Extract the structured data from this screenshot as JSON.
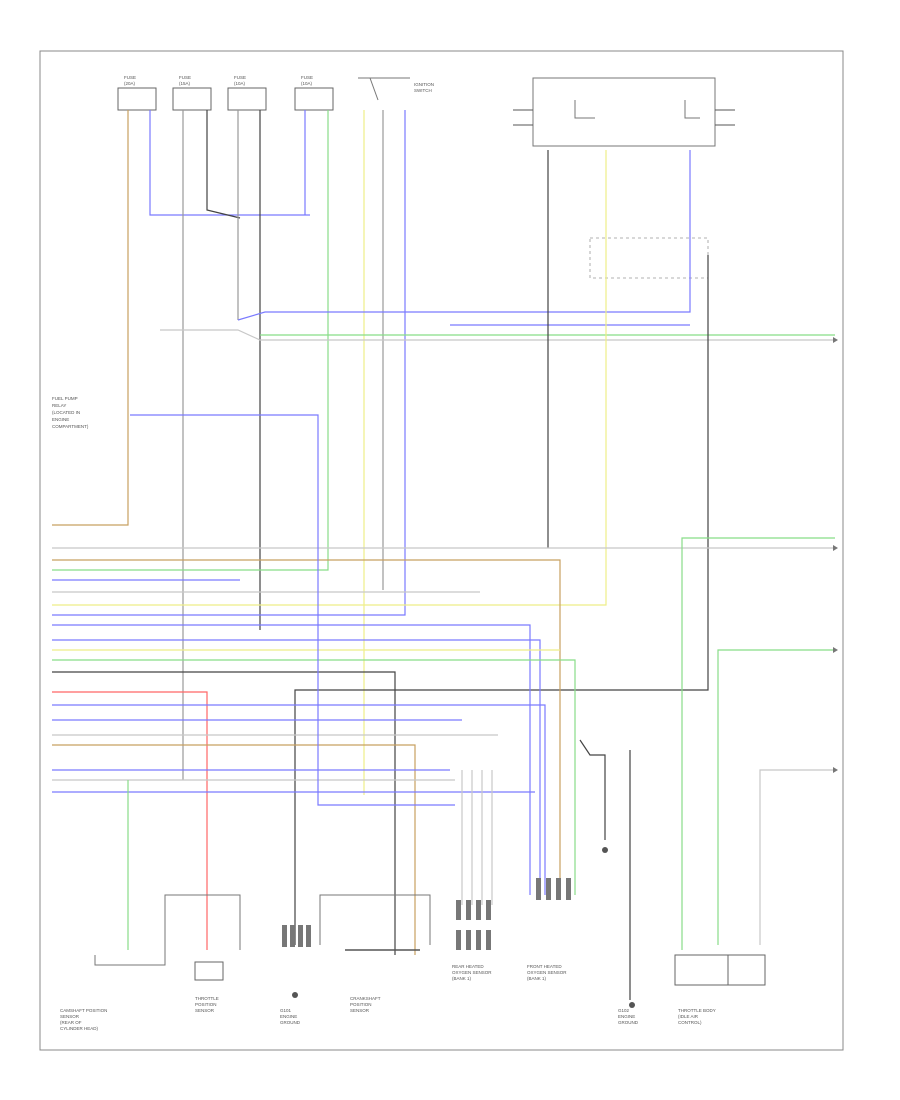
{
  "diagram": {
    "footer_code": "",
    "components": {
      "top_left": [
        {
          "key": "fuse_a",
          "label": [
            "FUSE",
            "(20A)"
          ]
        },
        {
          "key": "fuse_b",
          "label": [
            "FUSE",
            "(15A)"
          ]
        },
        {
          "key": "fuse_c",
          "label": [
            "FUSE",
            "(10A)"
          ]
        },
        {
          "key": "fuse_d",
          "label": [
            "FUSE",
            "(10A)"
          ]
        },
        {
          "key": "ign_switch",
          "label": [
            "IGNITION",
            "SWITCH"
          ]
        }
      ],
      "relay_block": {
        "title": "",
        "inner_label": "",
        "pins": [
          "",
          "",
          ""
        ]
      },
      "mid_relay": {
        "label": ""
      },
      "left_note": {
        "label": [
          "FUEL PUMP",
          "RELAY",
          "(LOCATED IN",
          "ENGINE",
          "COMPARTMENT)"
        ]
      },
      "bottom": [
        {
          "key": "comp_1",
          "label": [
            "CAMSHAFT POSITION",
            "SENSOR",
            "(REAR OF",
            "CYLINDER HEAD)"
          ]
        },
        {
          "key": "comp_2",
          "label": [
            "THROTTLE",
            "POSITION",
            "SENSOR"
          ]
        },
        {
          "key": "ground_1",
          "label": [
            "G101",
            "ENGINE",
            "GROUND"
          ]
        },
        {
          "key": "comp_3",
          "label": [
            "CRANKSHAFT",
            "POSITION",
            "SENSOR"
          ]
        },
        {
          "key": "comp_4",
          "label": [
            "REAR HEATED",
            "OXYGEN SENSOR",
            "(BANK 1)"
          ]
        },
        {
          "key": "comp_5",
          "label": [
            "FRONT HEATED",
            "OXYGEN SENSOR",
            "(BANK 1)"
          ]
        },
        {
          "key": "ground_2",
          "label": [
            "G102",
            "ENGINE",
            "GROUND"
          ]
        },
        {
          "key": "comp_6",
          "label": [
            "THROTTLE BODY",
            "(IDLE AIR",
            "CONTROL)"
          ]
        }
      ]
    },
    "right_edge_labels": [
      "",
      "",
      "",
      ""
    ],
    "wire_colors": {
      "tan": "#c8a060",
      "blue": "#7a7aff",
      "green": "#88dd88",
      "yellow": "#eeee88",
      "black": "#444444",
      "gray": "#999999",
      "red": "#ff6666",
      "lightgray": "#c8c8c8"
    }
  }
}
